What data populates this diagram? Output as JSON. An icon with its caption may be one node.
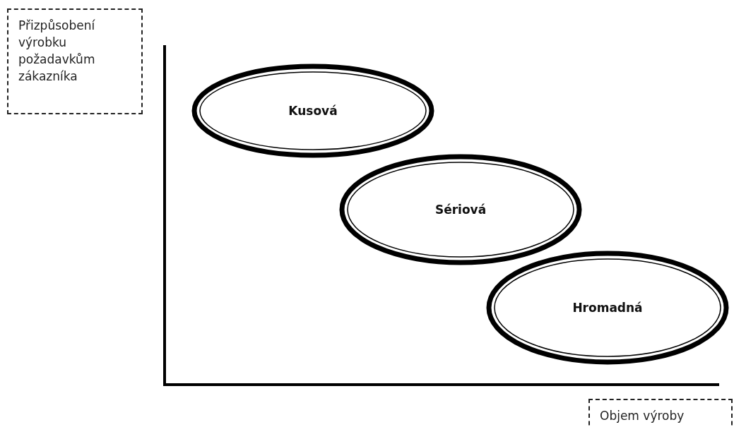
{
  "diagram": {
    "nodes": [
      {
        "text": [
          "Přizpůsobení výrobku požadavkům zákazníka"
        ]
      },
      {
        "text": [
          "Kusová"
        ]
      },
      {
        "text": [
          "Sériová"
        ]
      },
      {
        "text": [
          "Hromadná"
        ]
      },
      {
        "text": [
          "Objem výroby"
        ]
      }
    ],
    "edges": []
  }
}
